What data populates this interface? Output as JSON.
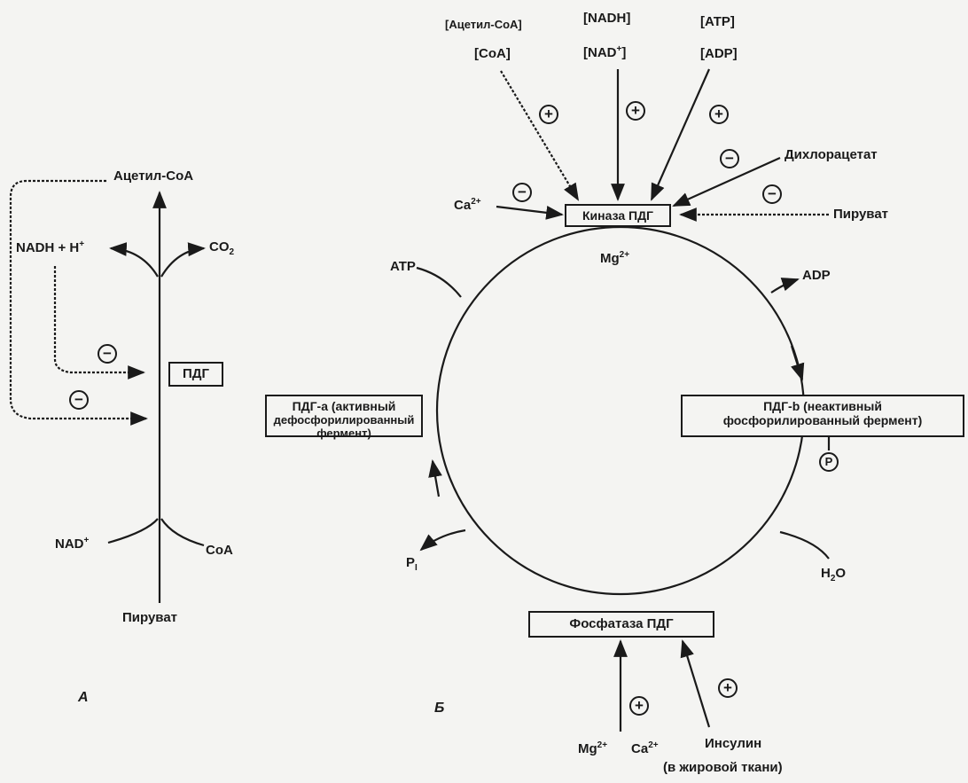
{
  "panel_a": {
    "label": "А",
    "acetyl_coa": "Ацетил-CoA",
    "nadh": "NADH + H",
    "nadh_sup": "+",
    "co2": "CO",
    "co2_sub": "2",
    "pdg_box": "ПДГ",
    "nad": "NAD",
    "nad_sup": "+",
    "coa": "CoA",
    "pyruvate": "Пируват",
    "minus": "−"
  },
  "panel_b": {
    "label": "Б",
    "acetyl_coa_bracket": "[Ацетил-CoA]",
    "coa_bracket": "[CoA]",
    "nadh_bracket": "[NADH]",
    "nad_bracket": "[NAD",
    "nad_bracket_sup": "+",
    "nad_bracket_close": "]",
    "atp_bracket": "[ATP]",
    "adp_bracket": "[ADP]",
    "dichloroacetate": "Дихлорацетат",
    "pyruvate": "Пируват",
    "ca": "Ca",
    "ca_sup": "2+",
    "kinase_box": "Киназа ПДГ",
    "mg": "Mg",
    "mg_sup": "2+",
    "atp": "ATP",
    "adp": "ADP",
    "pdg_a_line1": "ПДГ-a (активный",
    "pdg_a_line2": "дефосфорилированный фермент)",
    "pdg_b_line1": "ПДГ-b (неактивный",
    "pdg_b_line2": "фосфорилированный фермент)",
    "phosphate_circle": "P",
    "pi": "P",
    "pi_sub": "I",
    "h2o": "H",
    "h2o_sub": "2",
    "h2o_end": "O",
    "phosphatase_box": "Фосфатаза ПДГ",
    "mg_bottom": "Mg",
    "mg_bottom_sup": "2+",
    "ca_bottom": "Ca",
    "ca_bottom_sup": "2+",
    "insulin": "Инсулин",
    "insulin_note": "(в жировой ткани)",
    "plus": "+",
    "minus": "−"
  }
}
